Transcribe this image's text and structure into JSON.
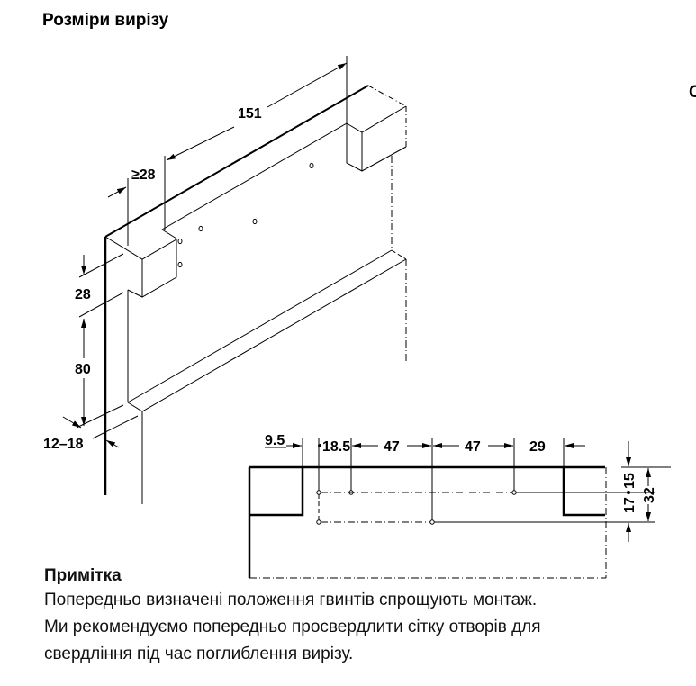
{
  "title": "Розміри вирізу",
  "clipped_text": "С",
  "isometric_dimensions": {
    "length": "151",
    "min_width": "≥28",
    "height_top": "28",
    "height_gap": "80",
    "thickness": "12–18"
  },
  "plan_dimensions": {
    "left_offset": "9.5",
    "first_hole": "18.5",
    "spacing_1": "47",
    "spacing_2": "47",
    "right_offset": "29",
    "row_1": "15",
    "row_2": "17",
    "total": "32"
  },
  "note": {
    "heading": "Примітка",
    "lines": [
      "Попередньо визначені положення гвинтів спрощують монтаж.",
      "Ми рекомендуємо попередньо просвердлити сітку отворів для",
      "свердління під час поглиблення вирізу."
    ]
  }
}
